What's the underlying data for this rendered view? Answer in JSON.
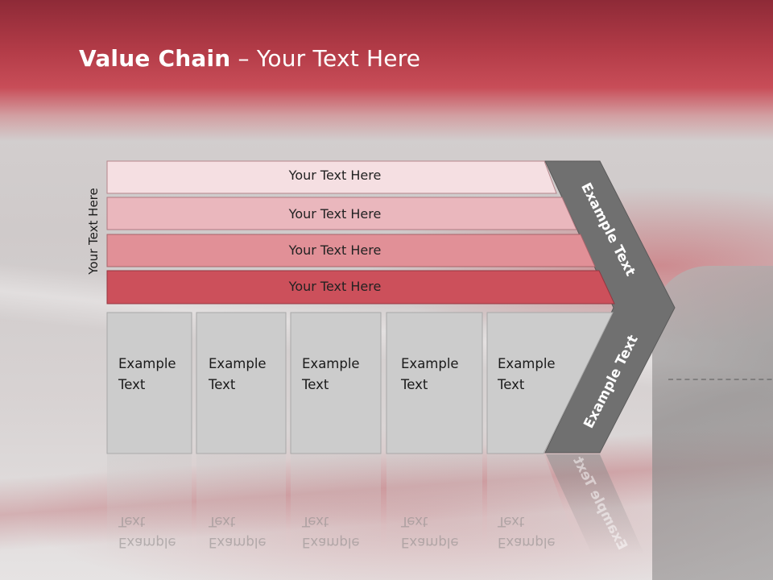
{
  "title": {
    "bold": "Value Chain",
    "rest": " – Your Text Here"
  },
  "side_label": "Your Text Here",
  "bars": [
    {
      "label": "Your Text Here",
      "color": "#f5dfe2"
    },
    {
      "label": "Your Text Here",
      "color": "#eab7bd"
    },
    {
      "label": "Your Text Here",
      "color": "#e19097"
    },
    {
      "label": "Your Text Here",
      "color": "#cc505b"
    }
  ],
  "boxes": [
    {
      "line1": "Example",
      "line2": "Text"
    },
    {
      "line1": "Example",
      "line2": "Text"
    },
    {
      "line1": "Example",
      "line2": "Text"
    },
    {
      "line1": "Example",
      "line2": "Text"
    },
    {
      "line1": "Example",
      "line2": "Text"
    }
  ],
  "arrow": {
    "top_label": "Example Text",
    "bottom_label": "Example Text",
    "color": "#707070"
  },
  "colors": {
    "header": "#b23b47",
    "box_fill": "#cccccc"
  }
}
